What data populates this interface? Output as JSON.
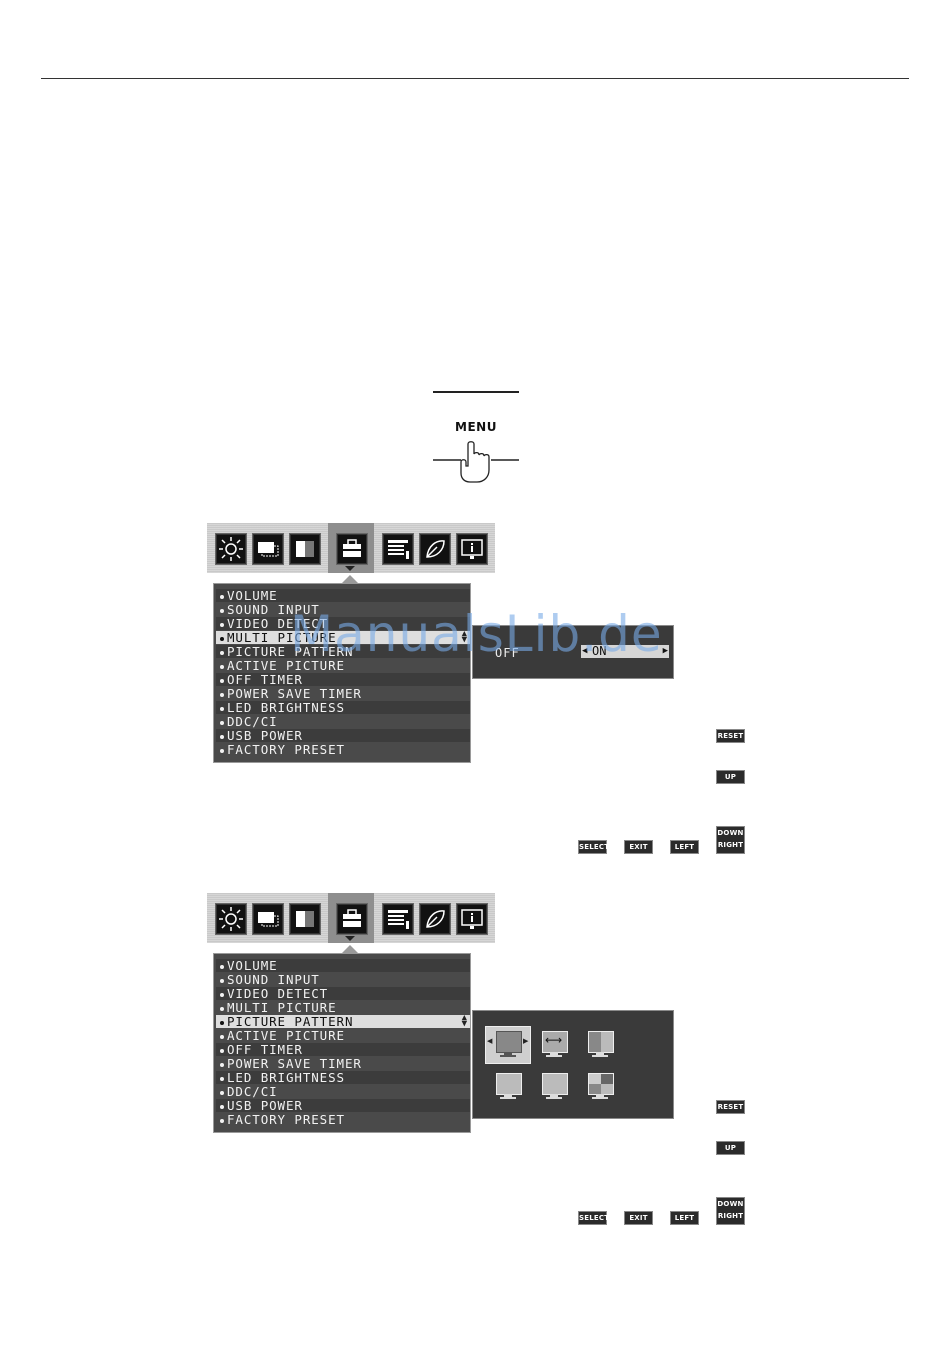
{
  "menu_button": {
    "label": "MENU"
  },
  "osd_menu_items": [
    "VOLUME",
    "SOUND INPUT",
    "VIDEO DETECT",
    "MULTI PICTURE",
    "PICTURE PATTERN",
    "ACTIVE PICTURE",
    "OFF TIMER",
    "POWER SAVE TIMER",
    "LED BRIGHTNESS",
    "DDC/CI",
    "USB POWER",
    "FACTORY PRESET"
  ],
  "screen1": {
    "selected_index": 3,
    "submenu": {
      "label": "OFF",
      "value": "ON"
    }
  },
  "screen2": {
    "selected_index": 4
  },
  "keys": {
    "reset": "RESET",
    "up": "UP",
    "down": "DOWN",
    "right": "RIGHT",
    "select": "SELECT",
    "exit": "EXIT",
    "left": "LEFT"
  },
  "watermark": "ManualsLib.de"
}
